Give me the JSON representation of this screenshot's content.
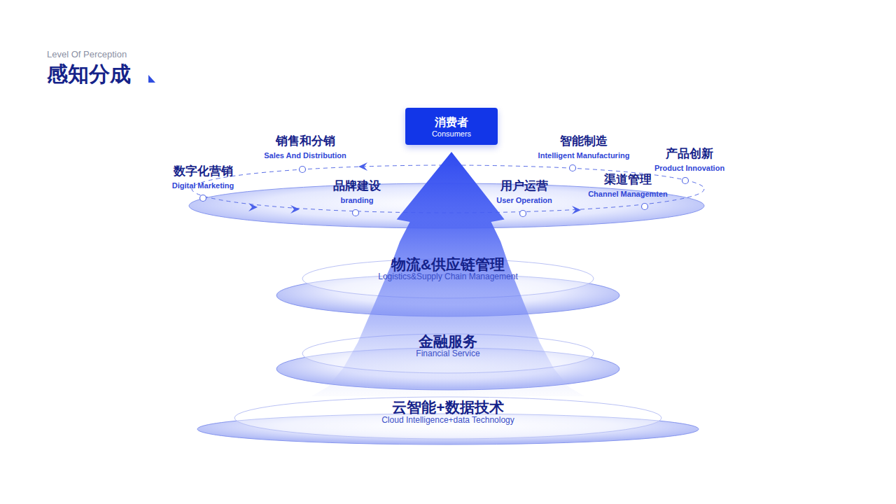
{
  "diagram": {
    "title": "感知分成",
    "nodes": [
      {
        "text": [
          "消费者",
          "Consumers"
        ]
      },
      {
        "text": [
          "销售和分销",
          "Sales And Distribution"
        ]
      },
      {
        "text": [
          "智能制造",
          "Intelligent Manufacturing"
        ]
      },
      {
        "text": [
          "产品创新",
          "Product Innovation"
        ]
      },
      {
        "text": [
          "数字化营销",
          "Digital Marketing"
        ]
      },
      {
        "text": [
          "品牌建设",
          "branding"
        ]
      },
      {
        "text": [
          "用户运营",
          "User Operation"
        ]
      },
      {
        "text": [
          "渠道管理",
          "Channel Managemten"
        ]
      },
      {
        "text": [
          "物流&供应链管理",
          "Logistics&Supply Chain Management"
        ]
      },
      {
        "text": [
          "金融服务",
          "Financial Service"
        ]
      },
      {
        "text": [
          "云智能+数据技术",
          "Cloud Intelligence+data Technology"
        ]
      }
    ],
    "edges": [
      {
        "from": 10,
        "to": 0,
        "arrow": "to"
      }
    ],
    "labels": [
      "Level Of Perception"
    ]
  }
}
